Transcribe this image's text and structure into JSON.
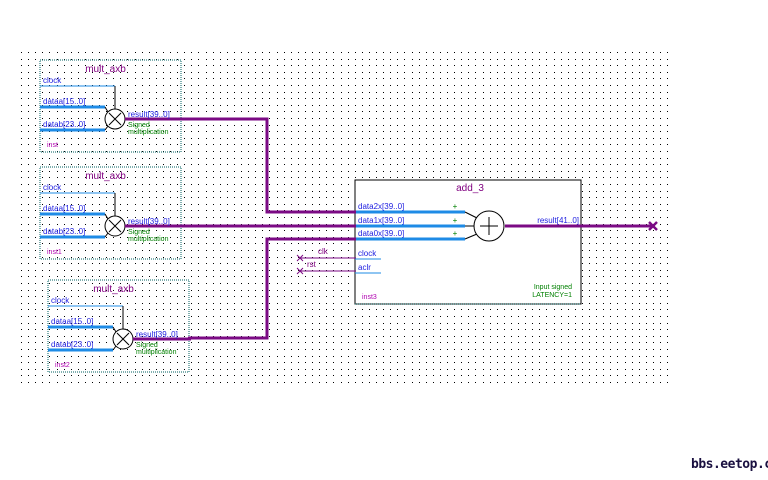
{
  "colors": {
    "bus_wire": "#7b0a84",
    "port_bus": "#1e8be6",
    "port_text": "#2020e0",
    "title_text": "#800080",
    "inst_text": "#b000b0",
    "note_text": "#008000",
    "block_border_dotted": "#006060",
    "block_border_solid": "#000000",
    "grid_dot": "#000000",
    "watermark": "#1a1040"
  },
  "multipliers": [
    {
      "title": "mult_axb",
      "instance": "inst",
      "ports_in": [
        "clock",
        "dataa[15..0]",
        "datab[23..0]"
      ],
      "port_out": "result[39..0]",
      "symbol": "multiply-icon",
      "notes": [
        "Signed",
        "multiplication"
      ]
    },
    {
      "title": "mult_axb",
      "instance": "inst1",
      "ports_in": [
        "clock",
        "dataa[15..0]",
        "datab[23..0]"
      ],
      "port_out": "result[39..0]",
      "symbol": "multiply-icon",
      "notes": [
        "Signed",
        "multiplication"
      ]
    },
    {
      "title": "mult_axb",
      "instance": "inst2",
      "ports_in": [
        "clock",
        "dataa[15..0]",
        "datab[23..0]"
      ],
      "port_out": "result[39..0]",
      "symbol": "multiply-icon",
      "notes": [
        "Signed",
        "multiplication"
      ]
    }
  ],
  "adder": {
    "title": "add_3",
    "instance": "inst3",
    "ports_in": [
      "data2x[39..0]",
      "data1x[39..0]",
      "data0x[39..0]"
    ],
    "signs": [
      "+",
      "+",
      "+"
    ],
    "ctrl_ports": [
      "clock",
      "aclr"
    ],
    "port_out": "result[41..0]",
    "symbol": "add-icon",
    "notes": [
      "Input signed",
      "LATENCY=1"
    ]
  },
  "unconnected_nets": [
    "clk",
    "rst"
  ],
  "watermark": "bbs.eetop.cn"
}
